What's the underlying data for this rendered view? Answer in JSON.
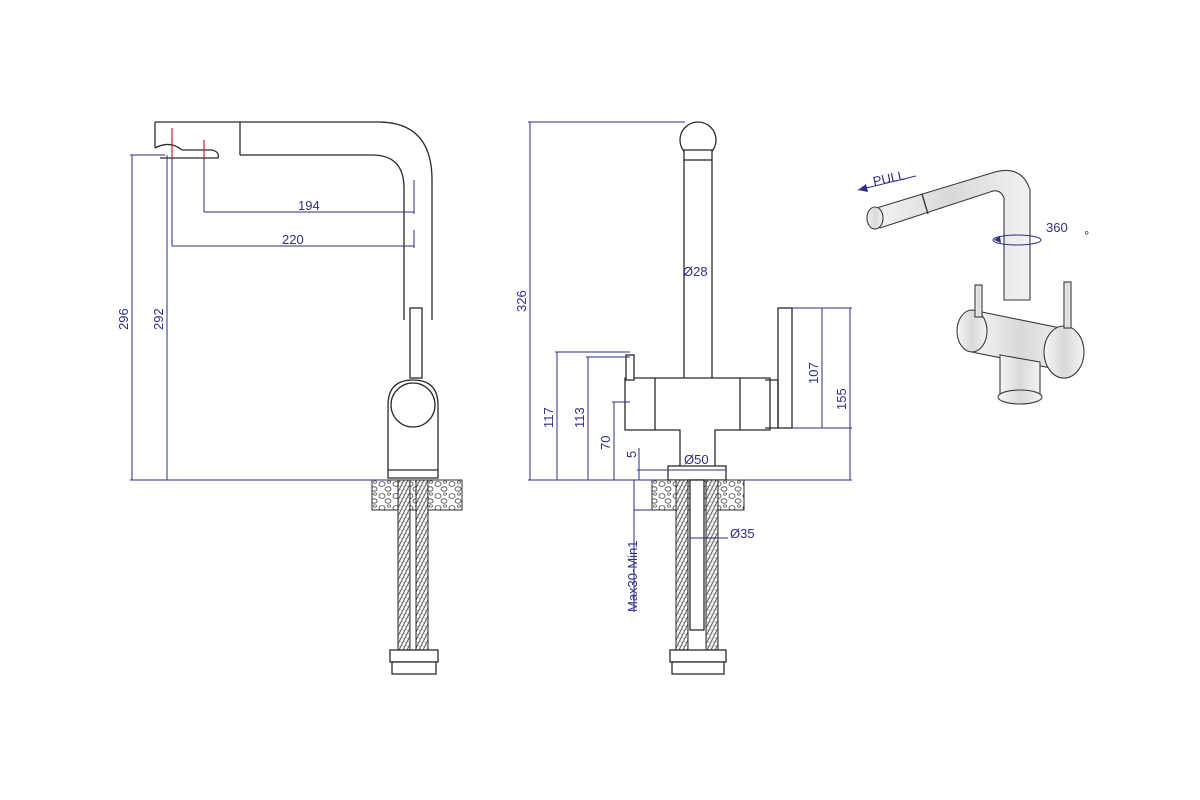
{
  "dimensions": {
    "side": {
      "reach_194": "194",
      "reach_220": "220",
      "height_296": "296",
      "height_292": "292"
    },
    "front": {
      "height_326": "326",
      "spout_diameter": "Ø28",
      "height_117": "117",
      "height_113": "113",
      "height_70": "70",
      "gap_5": "5",
      "base_diameter": "Ø50",
      "shank_diameter": "Ø35",
      "thickness": "Max30-Min1",
      "height_107": "107",
      "height_155": "155"
    },
    "iso": {
      "pull_label": "PULL",
      "rotation": "360",
      "degree": "°"
    }
  },
  "colors": {
    "dimension": "#2e2e8c",
    "outline": "#2b2b2b",
    "marker": "#c0282d"
  }
}
